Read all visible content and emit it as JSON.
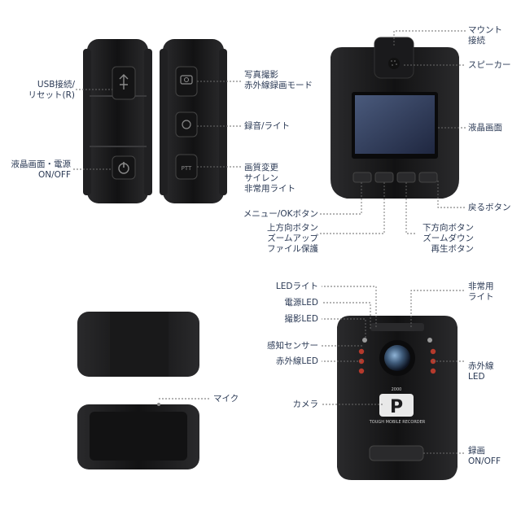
{
  "device_label": {
    "brand_mark": "P",
    "brand_text": "TOUGH MOBILE RECORDER",
    "model_text": "2000"
  },
  "labels": {
    "usb_reset": [
      "USB接続/",
      "リセット(R)"
    ],
    "lcd_power": [
      "液晶画面・電源",
      "ON/OFF"
    ],
    "photo_ir": [
      "写真撮影",
      "赤外線録画モード"
    ],
    "audio_light": [
      "録音/ライト"
    ],
    "quality_siren": [
      "画質変更",
      "サイレン",
      "非常用ライト"
    ],
    "mount": [
      "マウント",
      "接続"
    ],
    "speaker": [
      "スピーカー"
    ],
    "lcd": [
      "液晶画面"
    ],
    "back_button": [
      "戻るボタン"
    ],
    "menu_ok": [
      "メニュー/OKボタン"
    ],
    "up_button": [
      "上方向ボタン",
      "ズームアップ",
      "ファイル保護"
    ],
    "down_button": [
      "下方向ボタン",
      "ズームダウン",
      "再生ボタン"
    ],
    "led_light": [
      "LEDライト"
    ],
    "power_led": [
      "電源LED"
    ],
    "rec_led": [
      "撮影LED"
    ],
    "sensor": [
      "感知センサー"
    ],
    "ir_led_left": [
      "赤外線LED"
    ],
    "camera": [
      "カメラ"
    ],
    "mic": [
      "マイク"
    ],
    "emergency_light": [
      "非常用",
      "ライト"
    ],
    "ir_led_right": [
      "赤外線",
      "LED"
    ],
    "record": [
      "録画",
      "ON/OFF"
    ]
  },
  "colors": {
    "body": "#1c1c1e",
    "body_edge": "#3a3a3c",
    "screen": "#2f3a5a",
    "leader": "#6a6a6a",
    "label": "#2b3a55",
    "ir_led": "#b53a2c",
    "lens": "#3f5b7a"
  },
  "icons": [
    "usb-icon",
    "power-icon",
    "camera-button-icon",
    "light-button-icon",
    "ptt-button-icon",
    "menu-button-icon"
  ]
}
